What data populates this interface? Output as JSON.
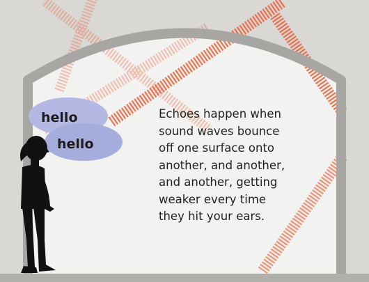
{
  "bubbles": {
    "first": "hello",
    "second": "hello"
  },
  "caption": "Echoes happen when\nsound waves bounce\noff one surface onto\nanother, and another,\nand another, getting\nweaker every time\nthey hit your ears.",
  "colors": {
    "background": "#d9d8d5",
    "arch": "#a8a6a3",
    "room_fill": "#f2f2f0",
    "wave": "#e8623a",
    "bubble": "#aab2df",
    "silhouette": "#111111"
  },
  "icons": {
    "person": "child-silhouette-icon"
  }
}
